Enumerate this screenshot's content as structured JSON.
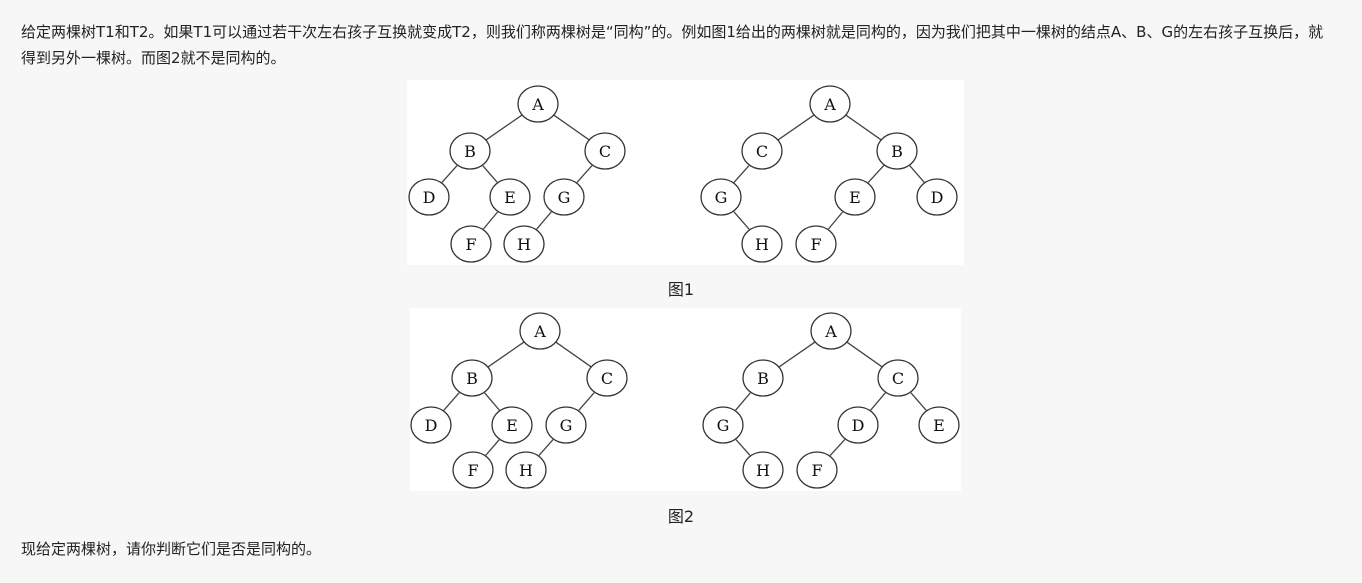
{
  "intro_text": "给定两棵树T1和T2。如果T1可以通过若干次左右孩子互换就变成T2，则我们称两棵树是“同构”的。例如图1给出的两棵树就是同构的，因为我们把其中一棵树的结点A、B、G的左右孩子互换后，就得到另外一棵树。而图2就不是同构的。",
  "figures": [
    {
      "caption": "图1",
      "trees": [
        {
          "nodes": [
            {
              "id": "A",
              "label": "A"
            },
            {
              "id": "B",
              "label": "B"
            },
            {
              "id": "C",
              "label": "C"
            },
            {
              "id": "D",
              "label": "D"
            },
            {
              "id": "E",
              "label": "E"
            },
            {
              "id": "G",
              "label": "G"
            },
            {
              "id": "F",
              "label": "F"
            },
            {
              "id": "H",
              "label": "H"
            }
          ],
          "edges": [
            [
              "A",
              "B"
            ],
            [
              "A",
              "C"
            ],
            [
              "B",
              "D"
            ],
            [
              "B",
              "E"
            ],
            [
              "C",
              "G"
            ],
            [
              "E",
              "F"
            ],
            [
              "G",
              "H"
            ]
          ]
        },
        {
          "nodes": [
            {
              "id": "A",
              "label": "A"
            },
            {
              "id": "C",
              "label": "C"
            },
            {
              "id": "B",
              "label": "B"
            },
            {
              "id": "G",
              "label": "G"
            },
            {
              "id": "E",
              "label": "E"
            },
            {
              "id": "D",
              "label": "D"
            },
            {
              "id": "H",
              "label": "H"
            },
            {
              "id": "F",
              "label": "F"
            }
          ],
          "edges": [
            [
              "A",
              "C"
            ],
            [
              "A",
              "B"
            ],
            [
              "C",
              "G"
            ],
            [
              "B",
              "E"
            ],
            [
              "B",
              "D"
            ],
            [
              "G",
              "H"
            ],
            [
              "E",
              "F"
            ]
          ]
        }
      ]
    },
    {
      "caption": "图2",
      "trees": [
        {
          "nodes": [
            {
              "id": "A",
              "label": "A"
            },
            {
              "id": "B",
              "label": "B"
            },
            {
              "id": "C",
              "label": "C"
            },
            {
              "id": "D",
              "label": "D"
            },
            {
              "id": "E",
              "label": "E"
            },
            {
              "id": "G",
              "label": "G"
            },
            {
              "id": "F",
              "label": "F"
            },
            {
              "id": "H",
              "label": "H"
            }
          ],
          "edges": [
            [
              "A",
              "B"
            ],
            [
              "A",
              "C"
            ],
            [
              "B",
              "D"
            ],
            [
              "B",
              "E"
            ],
            [
              "C",
              "G"
            ],
            [
              "E",
              "F"
            ],
            [
              "G",
              "H"
            ]
          ]
        },
        {
          "nodes": [
            {
              "id": "A",
              "label": "A"
            },
            {
              "id": "B",
              "label": "B"
            },
            {
              "id": "C",
              "label": "C"
            },
            {
              "id": "G",
              "label": "G"
            },
            {
              "id": "D",
              "label": "D"
            },
            {
              "id": "E",
              "label": "E"
            },
            {
              "id": "H",
              "label": "H"
            },
            {
              "id": "F",
              "label": "F"
            }
          ],
          "edges": [
            [
              "A",
              "B"
            ],
            [
              "A",
              "C"
            ],
            [
              "B",
              "G"
            ],
            [
              "C",
              "D"
            ],
            [
              "C",
              "E"
            ],
            [
              "G",
              "H"
            ],
            [
              "D",
              "F"
            ]
          ]
        }
      ]
    }
  ],
  "outro_text": "现给定两棵树，请你判断它们是否是同构的。"
}
